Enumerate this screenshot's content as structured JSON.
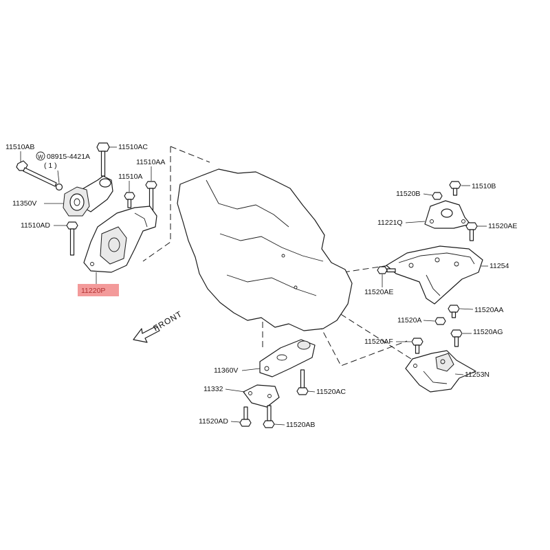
{
  "diagram": {
    "highlight_color": "#f39a9a",
    "washer_symbol": "W",
    "qty": "( 1 )",
    "front": "FRONT",
    "labels": {
      "p11510AB": "11510AB",
      "p08915": "08915-4421A",
      "p11510AC": "11510AC",
      "p11510AA": "11510AA",
      "p11510A": "11510A",
      "p11350V": "11350V",
      "p11510AD": "11510AD",
      "p11220P": "11220P",
      "p11520B": "11520B",
      "p11510B": "11510B",
      "p11221Q": "11221Q",
      "p11520AE_right": "11520AE",
      "p11254": "11254",
      "p11520AE_left": "11520AE",
      "p11520AA": "11520AA",
      "p11520A": "11520A",
      "p11520AF": "11520AF",
      "p11520AG": "11520AG",
      "p11253N": "11253N",
      "p11360V": "11360V",
      "p11332": "11332",
      "p11520AC": "11520AC",
      "p11520AD": "11520AD",
      "p11520AB": "11520AB"
    }
  }
}
